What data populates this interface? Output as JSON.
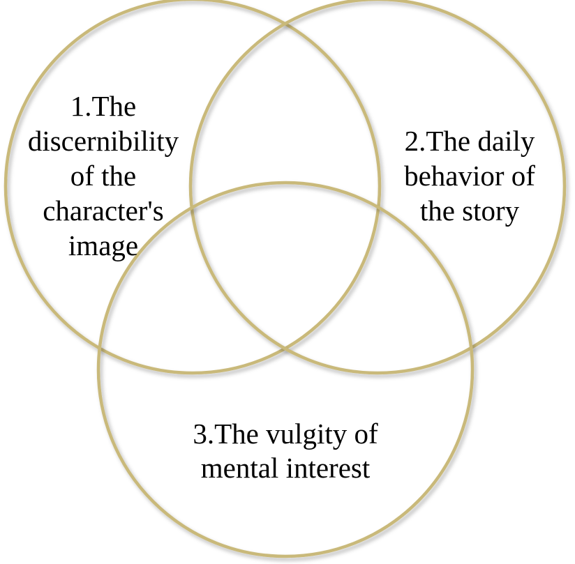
{
  "diagram": {
    "type": "venn",
    "ring_color": "#C9B97A",
    "sets": [
      {
        "id": "set-1",
        "lines": [
          "1.The",
          "discernibility",
          "of the",
          "character's",
          "image"
        ]
      },
      {
        "id": "set-2",
        "lines": [
          "2.The daily",
          "behavior of",
          "the story"
        ]
      },
      {
        "id": "set-3",
        "lines": [
          "3.The vulgity of",
          "mental interest"
        ]
      }
    ]
  }
}
